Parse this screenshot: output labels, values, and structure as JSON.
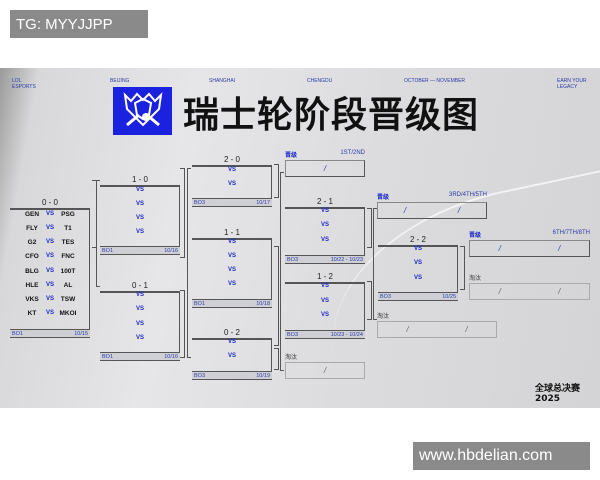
{
  "watermark_top": "TG: MYYJJPP",
  "watermark_bottom": "www.hbdelian.com",
  "header": {
    "org": [
      "LOL",
      "ESPORTS"
    ],
    "cities": [
      "BEIJING",
      "SHANGHAI",
      "CHENGDU"
    ],
    "dates": "OCTOBER — NOVEMBER",
    "slogan": [
      "EARN YOUR",
      "LEGACY"
    ]
  },
  "title": "瑞士轮阶段晋级图",
  "footer_logo": "全球总决赛 2025",
  "colors": {
    "accent": "#1a22e0",
    "text": "#111111",
    "panel": "#e4e4e6"
  },
  "vs_label": "VS",
  "stages": [
    {
      "id": "r00",
      "record": "0 - 0",
      "format": "BO1",
      "date": "10/15",
      "matches": [
        [
          "GEN",
          "PSG"
        ],
        [
          "FLY",
          "T1"
        ],
        [
          "G2",
          "TES"
        ],
        [
          "CFO",
          "FNC"
        ],
        [
          "BLG",
          "100T"
        ],
        [
          "HLE",
          "AL"
        ],
        [
          "VKS",
          "TSW"
        ],
        [
          "KT",
          "MKOI"
        ]
      ]
    },
    {
      "id": "r10",
      "record": "1 - 0",
      "format": "BO1",
      "date": "10/16",
      "match_count": 4
    },
    {
      "id": "r01",
      "record": "0 - 1",
      "format": "BO1",
      "date": "10/16",
      "match_count": 4
    },
    {
      "id": "r20",
      "record": "2 - 0",
      "format": "BO3",
      "date": "10/17",
      "match_count": 2
    },
    {
      "id": "r11",
      "record": "1 - 1",
      "format": "BO1",
      "date": "10/18",
      "match_count": 4
    },
    {
      "id": "r02",
      "record": "0 - 2",
      "format": "BO3",
      "date": "10/19",
      "match_count": 2
    },
    {
      "id": "r21",
      "record": "2 - 1",
      "format": "BO3",
      "date": "10/22 - 10/23",
      "match_count": 3
    },
    {
      "id": "r12",
      "record": "1 - 2",
      "format": "BO3",
      "date": "10/23 - 10/24",
      "match_count": 3
    },
    {
      "id": "r22",
      "record": "2 - 2",
      "format": "BO3",
      "date": "10/25",
      "match_count": 3
    }
  ],
  "results": [
    {
      "id": "q12",
      "label": "晋级",
      "rank": "1ST/2ND",
      "slots": [
        "/"
      ]
    },
    {
      "id": "q345",
      "label": "晋级",
      "rank": "3RD/4TH/5TH",
      "slots": [
        "/",
        "/"
      ]
    },
    {
      "id": "q678",
      "label": "晋级",
      "rank": "6TH/7TH/8TH",
      "slots": [
        "/",
        "/"
      ]
    },
    {
      "id": "e02",
      "label": "淘汰",
      "slots": [
        "/"
      ]
    },
    {
      "id": "e12",
      "label": "淘汰",
      "slots": [
        "/",
        "/"
      ]
    },
    {
      "id": "e22",
      "label": "淘汰",
      "slots": [
        "/",
        "/"
      ]
    }
  ]
}
